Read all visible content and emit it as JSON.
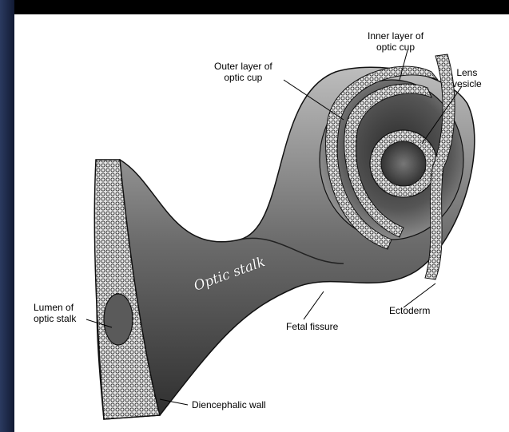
{
  "labels": {
    "inner_layer": "Inner layer of\noptic cup",
    "inner_layer_l1": "Inner layer of",
    "inner_layer_l2": "optic cup",
    "outer_layer_l1": "Outer layer of",
    "outer_layer_l2": "optic cup",
    "lens_l1": "Lens",
    "lens_l2": "vesicle",
    "lumen_l1": "Lumen of",
    "lumen_l2": "optic stalk",
    "optic_stalk": "Optic stalk",
    "fetal_fissure": "Fetal fissure",
    "ectoderm": "Ectoderm",
    "diencephalic_wall": "Diencephalic wall"
  },
  "colors": {
    "background": "#000000",
    "panel": "#ffffff",
    "tissue_dark": "#3a3a3a",
    "tissue_mid": "#8a8a8a",
    "tissue_light": "#d8d8d8"
  }
}
